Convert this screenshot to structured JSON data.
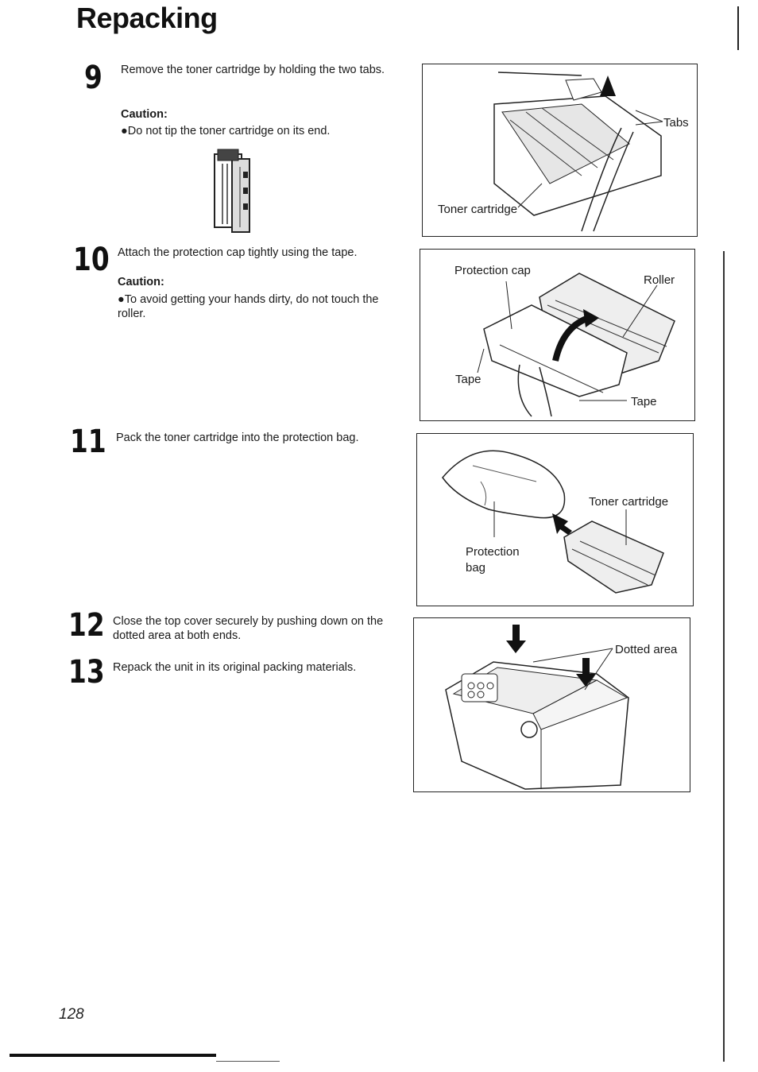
{
  "page": {
    "title": "Repacking",
    "page_number": "128"
  },
  "steps": [
    {
      "number": "9",
      "text": "Remove the toner cartridge by holding the two tabs.",
      "caution_label": "Caution:",
      "caution_text": "●Do not tip the toner cartridge on its end."
    },
    {
      "number": "10",
      "text": "Attach the protection cap tightly using the tape.",
      "caution_label": "Caution:",
      "caution_text": "●To avoid getting your hands dirty, do not touch the roller."
    },
    {
      "number": "11",
      "text": "Pack the toner cartridge into the protection bag."
    },
    {
      "number": "12",
      "text": "Close the top cover securely by pushing down on the dotted area at both ends."
    },
    {
      "number": "13",
      "text": "Repack the unit in its original packing materials."
    }
  ],
  "figures": {
    "fig9": {
      "tabs": "Tabs",
      "toner_cartridge": "Toner cartridge"
    },
    "fig10": {
      "protection_cap": "Protection cap",
      "roller": "Roller",
      "tape_left": "Tape",
      "tape_right": "Tape"
    },
    "fig11": {
      "toner_cartridge": "Toner cartridge",
      "protection_bag_line1": "Protection",
      "protection_bag_line2": "bag"
    },
    "fig12": {
      "dotted_area": "Dotted area"
    }
  }
}
